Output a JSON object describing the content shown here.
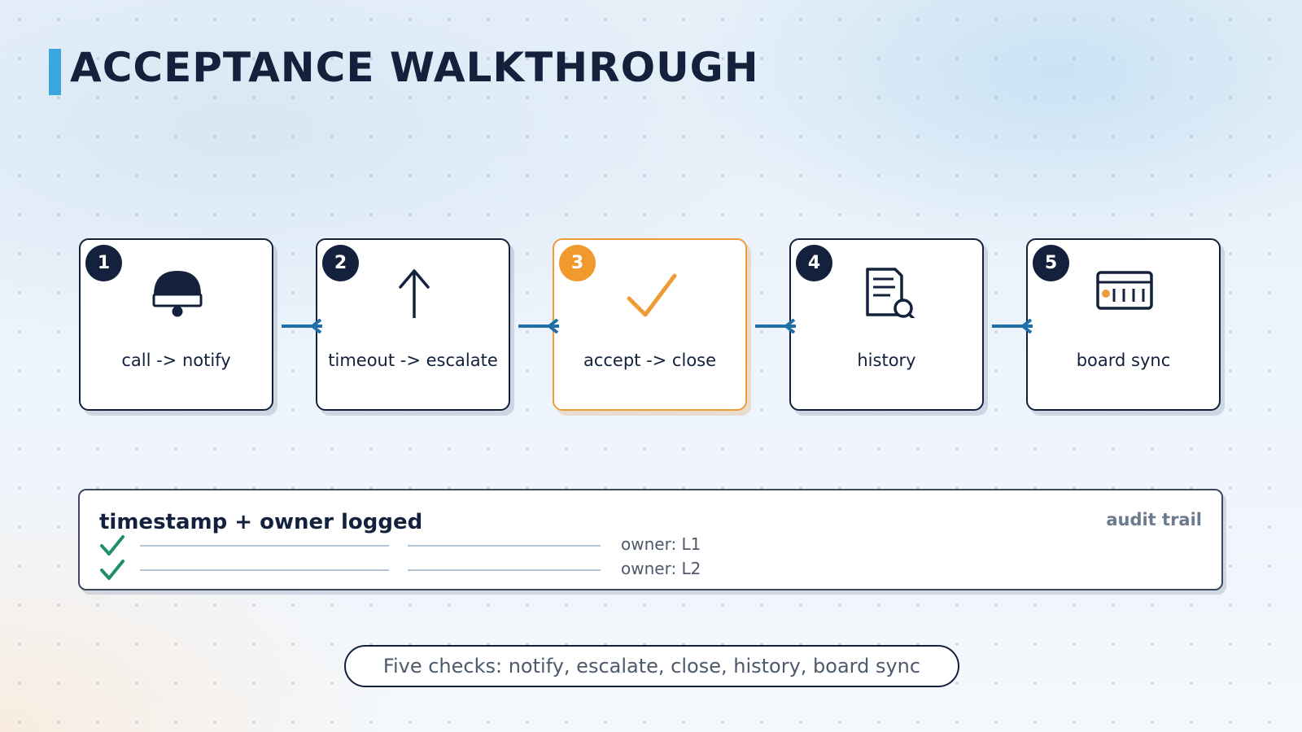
{
  "title": "ACCEPTANCE WALKTHROUGH",
  "colors": {
    "navy": "#13213d",
    "accent_blue": "#3aa6df",
    "connector_blue": "#1f6fa8",
    "active_orange": "#ef9c38",
    "check_green": "#1f8f6a"
  },
  "steps": [
    {
      "number": "1",
      "label": "call -> notify",
      "icon": "bell-icon"
    },
    {
      "number": "2",
      "label": "timeout -> escalate",
      "icon": "arrow-up-icon"
    },
    {
      "number": "3",
      "label": "accept -> close",
      "icon": "checkmark-icon",
      "active": true
    },
    {
      "number": "4",
      "label": "history",
      "icon": "document-search-icon"
    },
    {
      "number": "5",
      "label": "board sync",
      "icon": "board-icon"
    }
  ],
  "audit": {
    "title": "timestamp + owner logged",
    "tag": "audit trail",
    "rows": [
      {
        "owner": "owner: L1",
        "icon": "check-icon"
      },
      {
        "owner": "owner: L2",
        "icon": "check-icon"
      }
    ]
  },
  "summary": "Five checks: notify, escalate, close, history, board sync"
}
